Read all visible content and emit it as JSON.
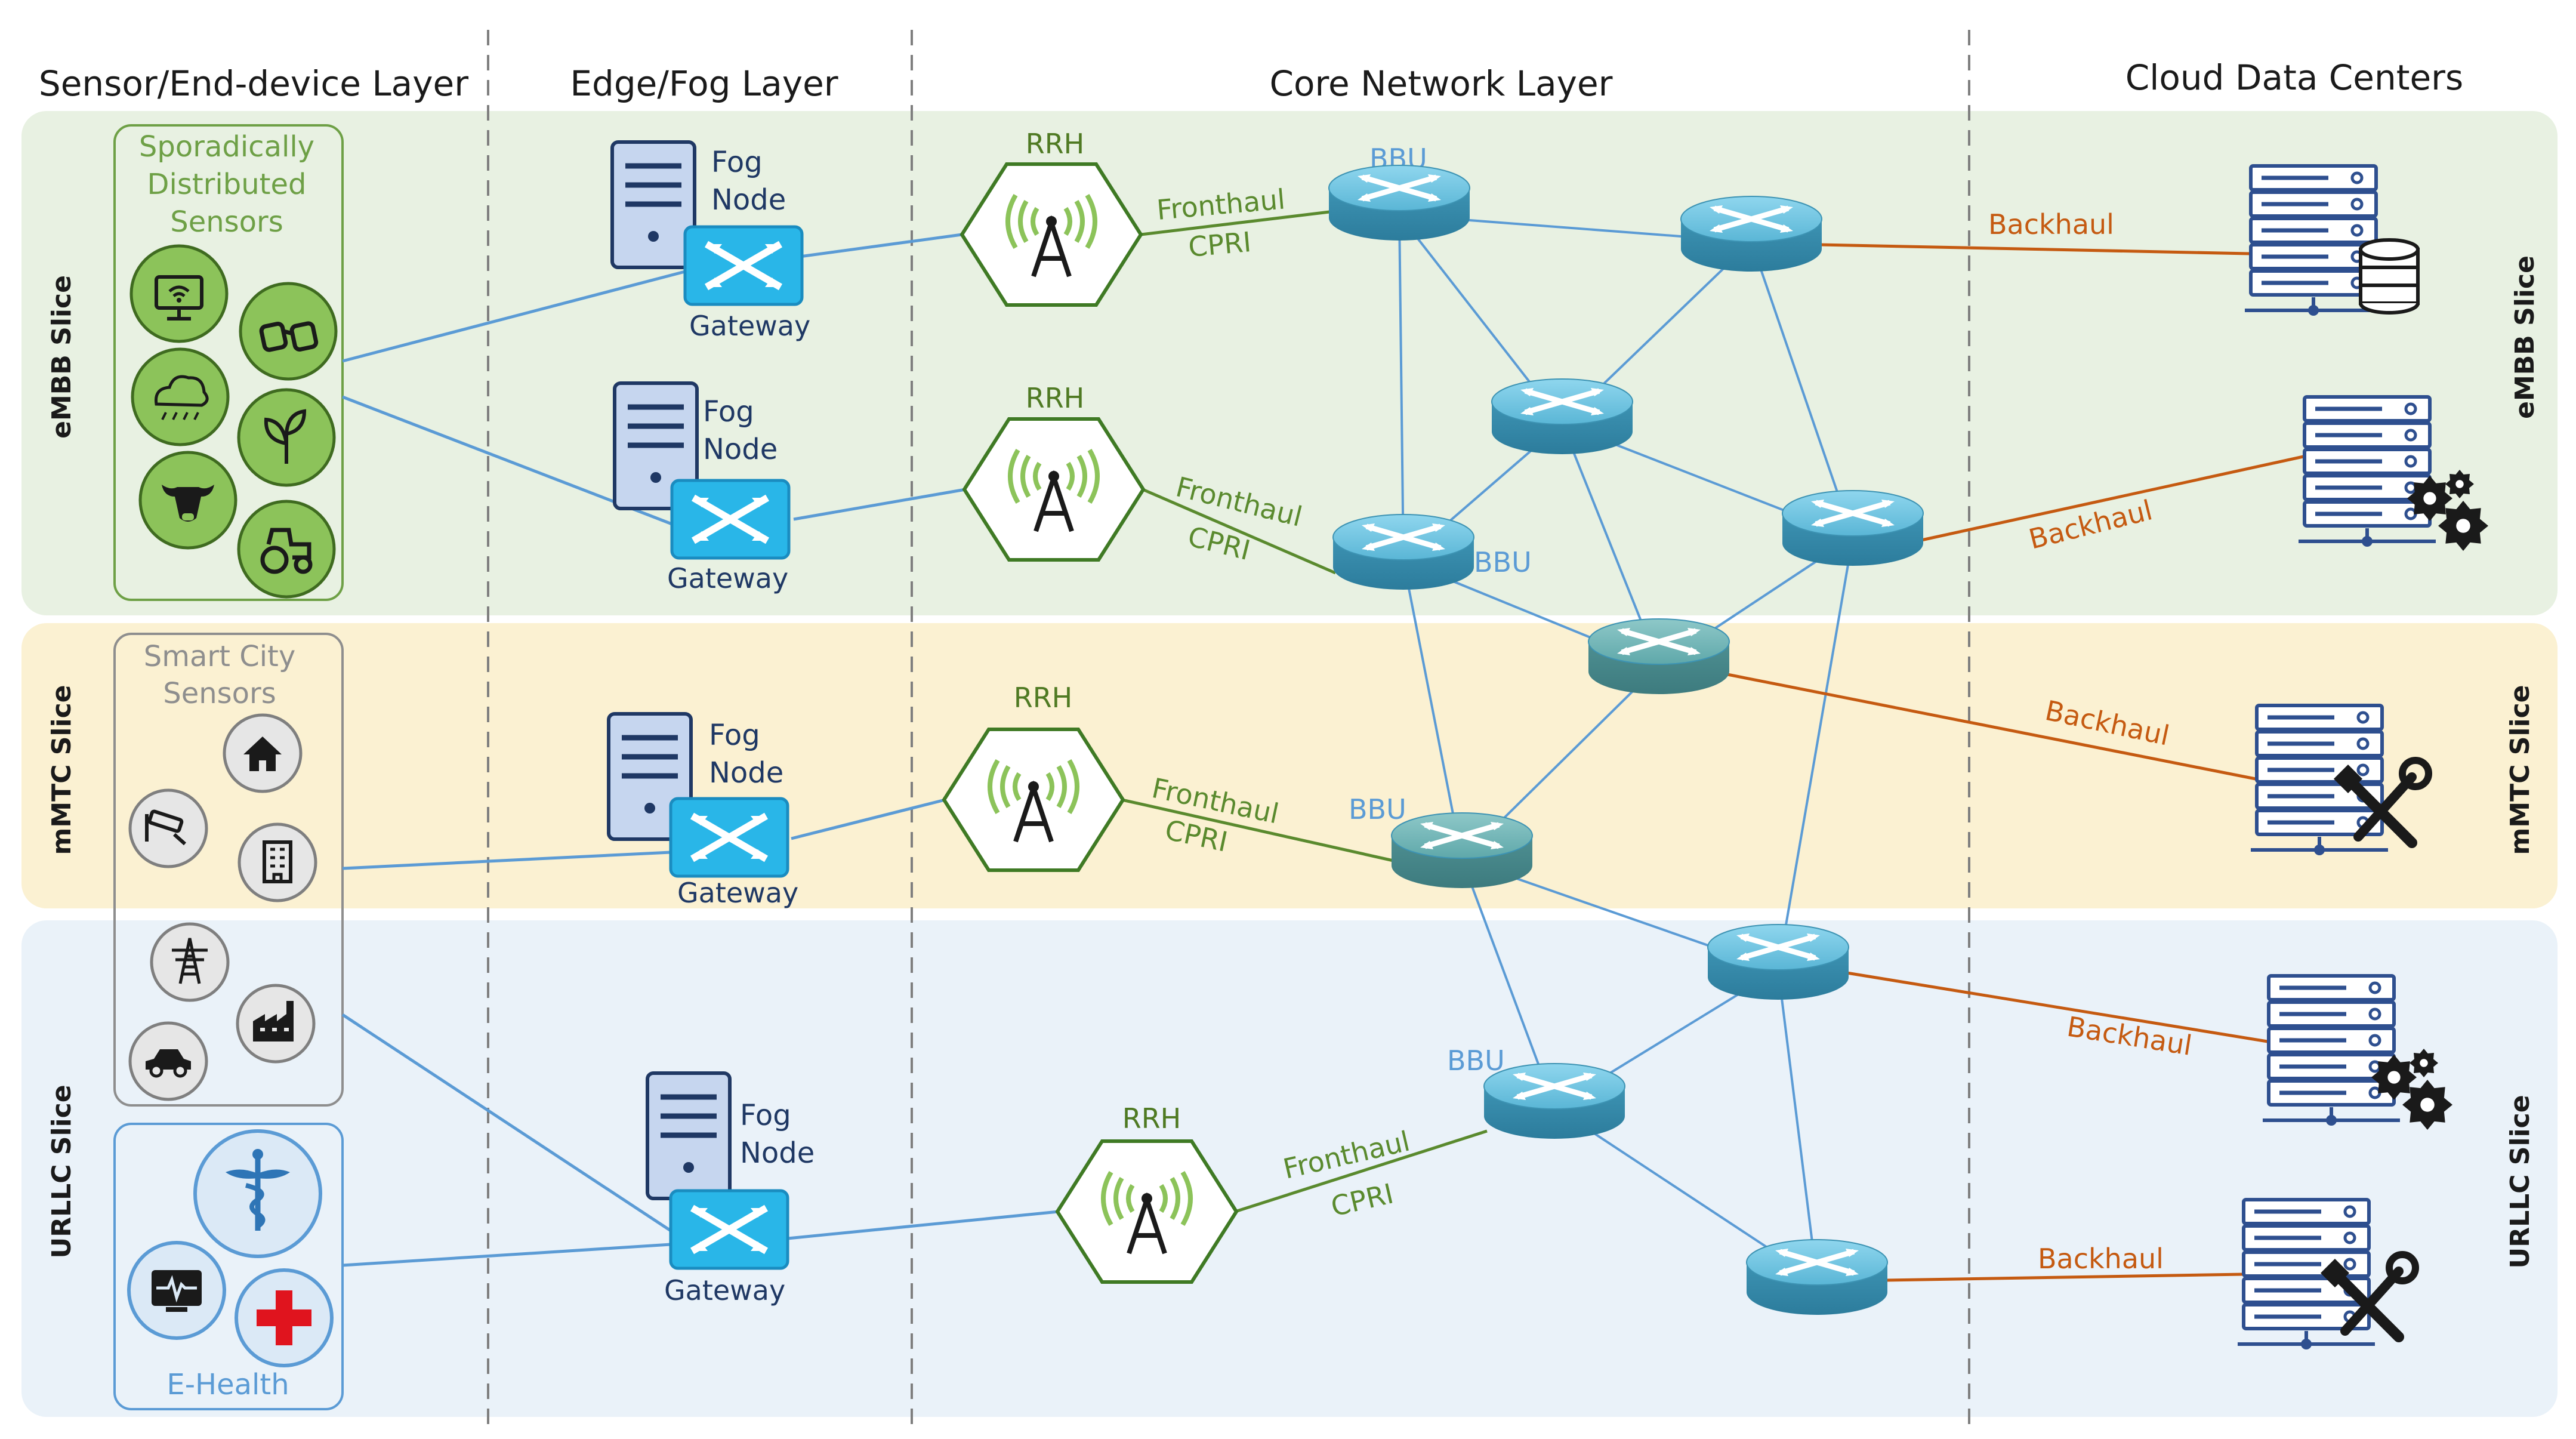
{
  "layers": {
    "sensor": "Sensor/End-device Layer",
    "edge": "Edge/Fog Layer",
    "core": "Core Network Layer",
    "cloud": "Cloud Data Centers"
  },
  "slices": {
    "embb": "eMBB Slice",
    "mmtc": "mMTC Slice",
    "urllc": "URLLC Slice"
  },
  "groups": {
    "sporadic": [
      "Sporadically",
      "Distributed",
      "Sensors"
    ],
    "smart_city": [
      "Smart City",
      "Sensors"
    ],
    "ehealth": "E-Health"
  },
  "labels": {
    "fog": "Fog",
    "node": "Node",
    "gateway": "Gateway",
    "rrh": "RRH",
    "bbu": "BBU",
    "fronthaul": "Fronthaul",
    "cpri": "CPRI",
    "backhaul": "Backhaul"
  },
  "colors": {
    "embb_band": "#e8f1e2",
    "mmtc_band": "#fbf1d2",
    "urllc_band": "#eaf2f9",
    "sporadic_green": "#6ea046",
    "smart_city_gray": "#8e8e8e",
    "ehealth_blue": "#5b9bd5",
    "link_blue": "#5b9bd5",
    "fronthaul_green": "#5a8a2e",
    "backhaul_orange": "#c55a11",
    "router_teal": "#4fa3bf",
    "gateway_cyan": "#29b6e8",
    "server_blue": "#3f64a8",
    "text_dark_blue": "#1f3864"
  },
  "icons": {
    "sporadic": [
      "monitor-wifi-icon",
      "binoculars-icon",
      "rain-cloud-icon",
      "plant-leaf-icon",
      "cow-icon",
      "tractor-icon"
    ],
    "smart_city": [
      "home-icon",
      "cctv-camera-icon",
      "building-icon",
      "power-tower-icon",
      "factory-icon",
      "car-icon"
    ],
    "ehealth": [
      "caduceus-icon",
      "heart-monitor-icon",
      "red-cross-icon"
    ],
    "cloud": [
      "database-icon",
      "gears-icon",
      "tools-icon",
      "gears-icon",
      "tools-icon"
    ]
  }
}
